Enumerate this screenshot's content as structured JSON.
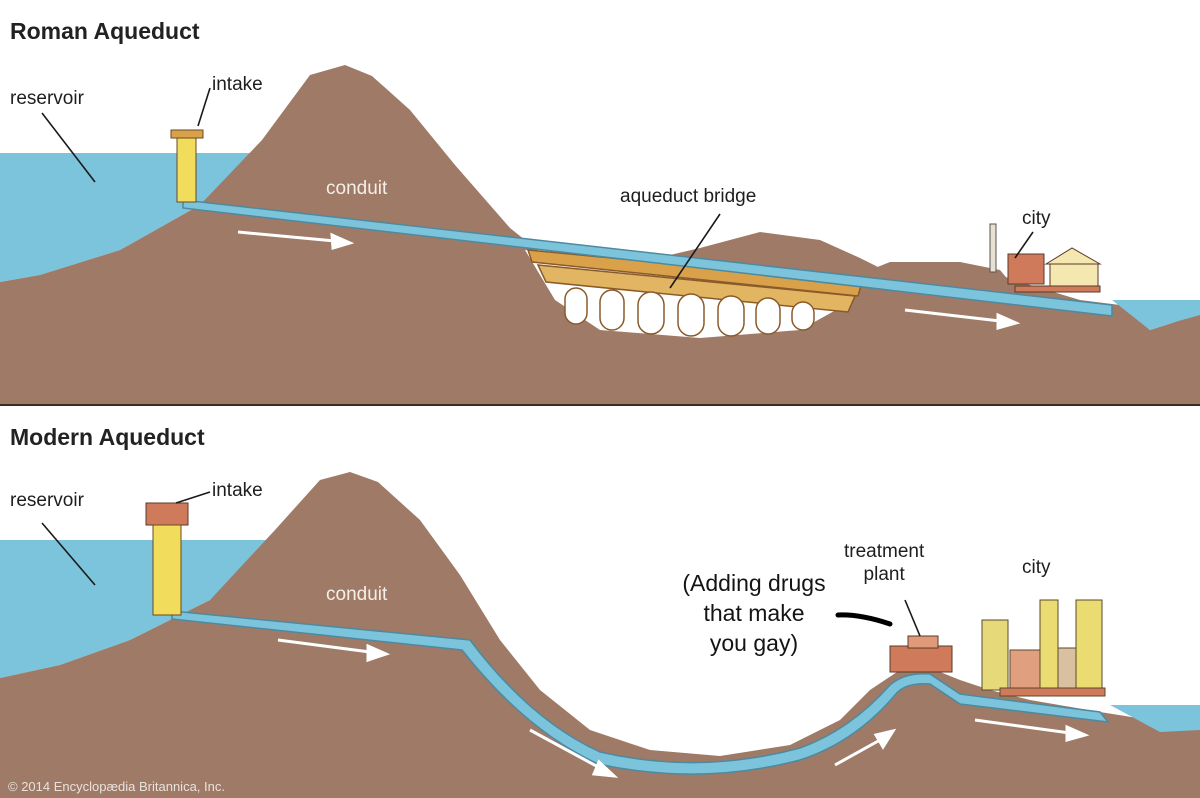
{
  "roman": {
    "title": "Roman Aqueduct",
    "labels": {
      "reservoir": "reservoir",
      "intake": "intake",
      "conduit": "conduit",
      "aqueduct_bridge": "aqueduct bridge",
      "city": "city"
    }
  },
  "modern": {
    "title": "Modern Aqueduct",
    "labels": {
      "reservoir": "reservoir",
      "intake": "intake",
      "conduit": "conduit",
      "treatment_plant_line1": "treatment",
      "treatment_plant_line2": "plant",
      "city": "city"
    },
    "caption": {
      "line1": "(Adding drugs",
      "line2": "that make",
      "line3": "you gay)"
    }
  },
  "credit": "© 2014 Encyclopædia Britannica, Inc.",
  "colors": {
    "water": "#7cc4dc",
    "earth": "#9e7a67",
    "earth_dark": "#7f5b4a",
    "intake_yellow": "#f1dc5c",
    "bridge_orange": "#d9a24a",
    "building_red": "#cf7a5a"
  }
}
